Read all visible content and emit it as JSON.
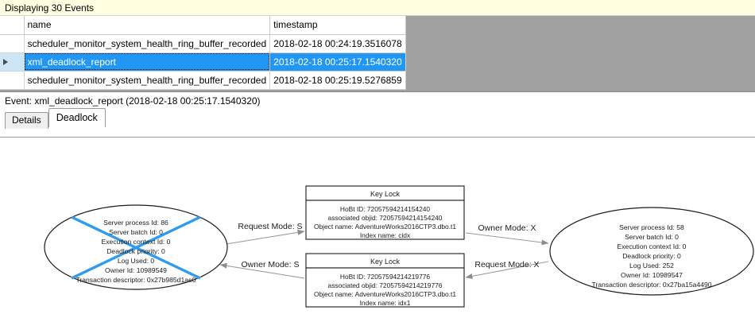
{
  "banner": {
    "text": "Displaying 30 Events"
  },
  "grid": {
    "columns": [
      "",
      "name",
      "timestamp"
    ],
    "rows": [
      {
        "selector": "",
        "name": "scheduler_monitor_system_health_ring_buffer_recorded",
        "timestamp": "2018-02-18 00:24:19.3516078",
        "selected": false
      },
      {
        "selector": "row-selector-arrow",
        "name": "xml_deadlock_report",
        "timestamp": "2018-02-18 00:25:17.1540320",
        "selected": true
      },
      {
        "selector": "",
        "name": "scheduler_monitor_system_health_ring_buffer_recorded",
        "timestamp": "2018-02-18 00:25:19.5276859",
        "selected": false
      }
    ]
  },
  "event_header": {
    "text": "Event: xml_deadlock_report (2018-02-18 00:25:17.1540320)"
  },
  "tabs": [
    {
      "label": "Details",
      "active": false
    },
    {
      "label": "Deadlock",
      "active": true
    }
  ],
  "deadlock_graph": {
    "victim_marker_color": "#2E9BEF",
    "processes": [
      {
        "id": "process-left",
        "victim": true,
        "lines": [
          "Server process Id: 86",
          "Server batch Id: 0",
          "Execution context Id: 0",
          "Deadlock priority: 0",
          "Log Used: 0",
          "Owner Id: 10989549",
          "Transaction descriptor: 0x27b985d1ae0"
        ]
      },
      {
        "id": "process-right",
        "victim": false,
        "lines": [
          "Server process Id: 58",
          "Server batch Id: 0",
          "Execution context Id: 0",
          "Deadlock priority: 0",
          "Log Used: 252",
          "Owner Id: 10989547",
          "Transaction descriptor: 0x27ba15a4490"
        ]
      }
    ],
    "resources": [
      {
        "id": "keylock-top",
        "title": "Key Lock",
        "lines": [
          "HoBt ID: 72057594214154240",
          "associated objid: 72057594214154240",
          "Object name: AdventureWorks2016CTP3.dbo.t1",
          "Index name: cidx"
        ]
      },
      {
        "id": "keylock-bottom",
        "title": "Key Lock",
        "lines": [
          "HoBt ID: 72057594214219776",
          "associated objid: 72057594214219776",
          "Object name: AdventureWorks2016CTP3.dbo.t1",
          "Index name: idx1"
        ]
      }
    ],
    "edges": [
      {
        "id": "edge-left-request-top",
        "label": "Request Mode: S"
      },
      {
        "id": "edge-right-owner-top",
        "label": "Owner Mode: X"
      },
      {
        "id": "edge-bottom-owner-left",
        "label": "Owner Mode: S"
      },
      {
        "id": "edge-bottom-request-right",
        "label": "Request Mode: X"
      }
    ]
  }
}
